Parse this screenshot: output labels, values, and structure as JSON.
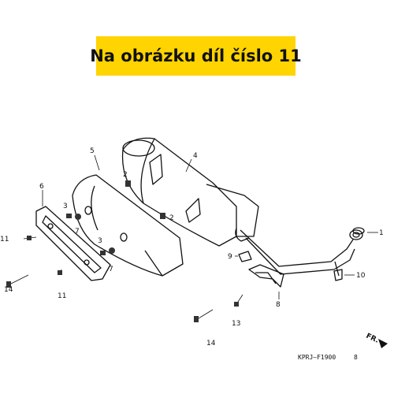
{
  "banner": {
    "text": "Na obrázku díl číslo 11",
    "color": "#ffd400"
  },
  "callouts": {
    "c1": "1",
    "c2a": "2",
    "c2b": "2",
    "c3a": "3",
    "c3b": "3",
    "c4": "4",
    "c5": "5",
    "c6": "6",
    "c7a": "7",
    "c7b": "7",
    "c8": "8",
    "c9": "9",
    "c10": "10",
    "c11a": "11",
    "c11b": "11",
    "c13": "13",
    "c14a": "14",
    "c14b": "14"
  },
  "direction_label": "FR.",
  "diagram_code": "KPRJ–F1900",
  "diagram_code_suffix": "8"
}
